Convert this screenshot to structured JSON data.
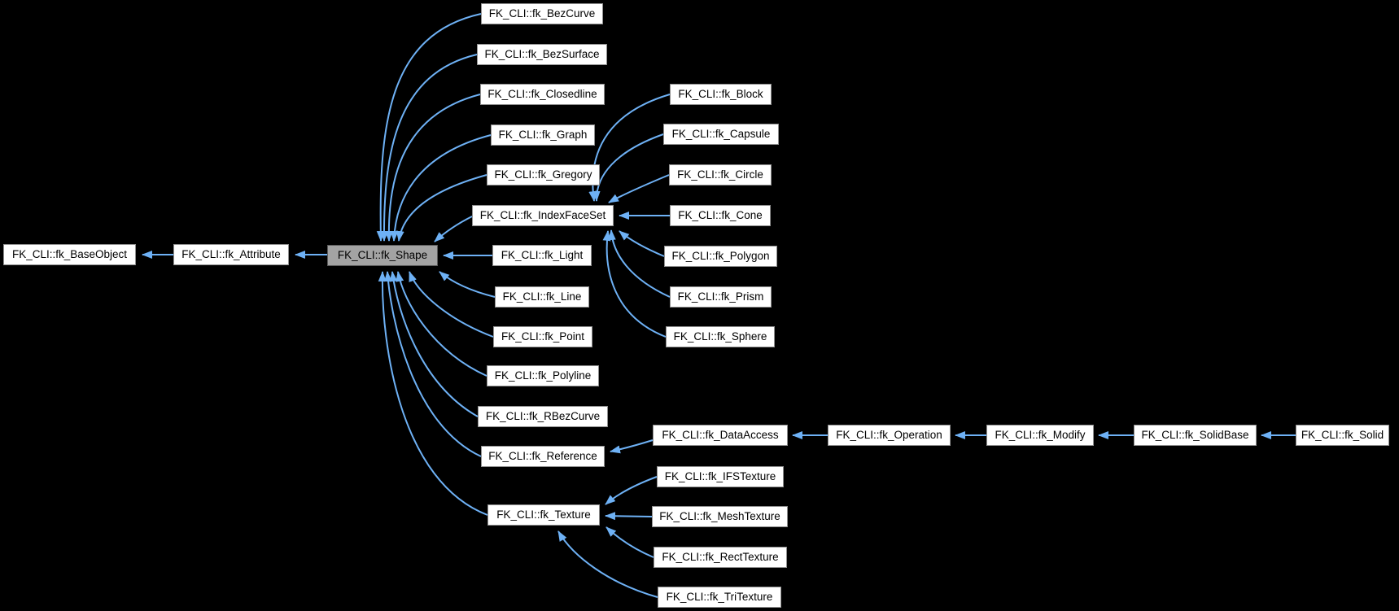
{
  "diagram": {
    "type": "inheritance-graph",
    "colors": {
      "background": "#000000",
      "edge": "#6eb1f5",
      "node_background": "#ffffff",
      "node_border": "#909090",
      "highlight_node_background": "#a3a3a3",
      "highlight_node_border": "#5a5a5a",
      "text": "#000000"
    },
    "nodes": {
      "base_object": {
        "label": "FK_CLI::fk_BaseObject"
      },
      "attribute": {
        "label": "FK_CLI::fk_Attribute"
      },
      "shape": {
        "label": "FK_CLI::fk_Shape"
      },
      "bez_curve": {
        "label": "FK_CLI::fk_BezCurve"
      },
      "bez_surface": {
        "label": "FK_CLI::fk_BezSurface"
      },
      "closedline": {
        "label": "FK_CLI::fk_Closedline"
      },
      "graph": {
        "label": "FK_CLI::fk_Graph"
      },
      "gregory": {
        "label": "FK_CLI::fk_Gregory"
      },
      "index_face_set": {
        "label": "FK_CLI::fk_IndexFaceSet"
      },
      "light": {
        "label": "FK_CLI::fk_Light"
      },
      "line": {
        "label": "FK_CLI::fk_Line"
      },
      "point": {
        "label": "FK_CLI::fk_Point"
      },
      "polyline": {
        "label": "FK_CLI::fk_Polyline"
      },
      "rbez_curve": {
        "label": "FK_CLI::fk_RBezCurve"
      },
      "reference": {
        "label": "FK_CLI::fk_Reference"
      },
      "texture": {
        "label": "FK_CLI::fk_Texture"
      },
      "block": {
        "label": "FK_CLI::fk_Block"
      },
      "capsule": {
        "label": "FK_CLI::fk_Capsule"
      },
      "circle": {
        "label": "FK_CLI::fk_Circle"
      },
      "cone": {
        "label": "FK_CLI::fk_Cone"
      },
      "polygon": {
        "label": "FK_CLI::fk_Polygon"
      },
      "prism": {
        "label": "FK_CLI::fk_Prism"
      },
      "sphere": {
        "label": "FK_CLI::fk_Sphere"
      },
      "data_access": {
        "label": "FK_CLI::fk_DataAccess"
      },
      "operation": {
        "label": "FK_CLI::fk_Operation"
      },
      "modify": {
        "label": "FK_CLI::fk_Modify"
      },
      "solid_base": {
        "label": "FK_CLI::fk_SolidBase"
      },
      "solid": {
        "label": "FK_CLI::fk_Solid"
      },
      "ifs_texture": {
        "label": "FK_CLI::fk_IFSTexture"
      },
      "mesh_texture": {
        "label": "FK_CLI::fk_MeshTexture"
      },
      "rect_texture": {
        "label": "FK_CLI::fk_RectTexture"
      },
      "tri_texture": {
        "label": "FK_CLI::fk_TriTexture"
      }
    }
  }
}
